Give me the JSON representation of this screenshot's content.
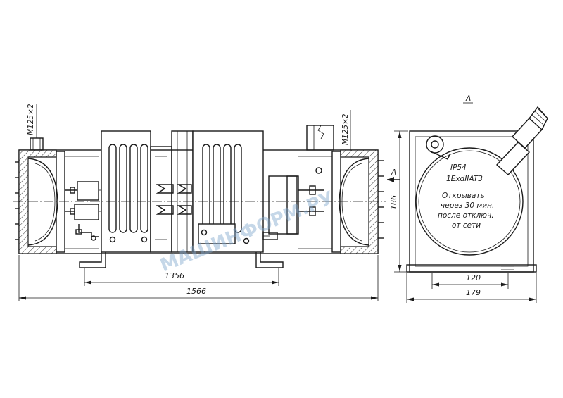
{
  "drawing": {
    "dimensions": {
      "inner_length": "1356",
      "total_length": "1566",
      "height": "186",
      "inner_width": "120",
      "total_width": "179"
    },
    "thread_labels": {
      "left": "M125×2",
      "right": "M125×2"
    },
    "view_labels": {
      "section_arrow": "A",
      "view_title": "A"
    },
    "plate_text": [
      "IP54",
      "1ExdIIAT3",
      "Открывать",
      "через 30 мин.",
      "после отключ.",
      "от сети"
    ],
    "watermark": "МАШИНФОРМ.РУ",
    "colors": {
      "line": "#1a1a1a",
      "watermark": "#7fa6cc",
      "background": "#ffffff"
    }
  }
}
